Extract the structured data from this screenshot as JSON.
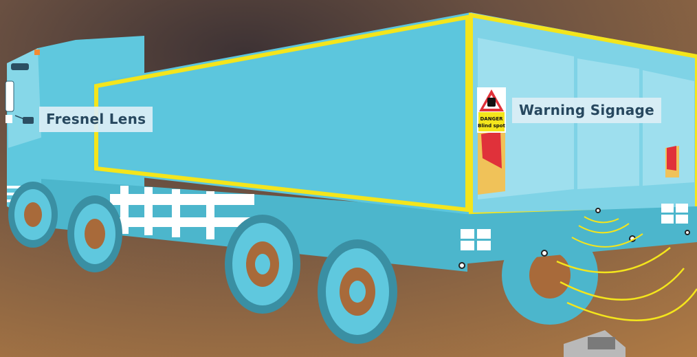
{
  "callouts": {
    "fresnel_lens": "Fresnel Lens",
    "warning_signage": "Warning Signage"
  },
  "sign": {
    "line1": "DANGER",
    "line2": "Blind spot"
  },
  "colors": {
    "body": "#5fc8de",
    "highlight": "#f4e51c",
    "background_top": "#3c3236",
    "background_bottom": "#b07a45"
  }
}
